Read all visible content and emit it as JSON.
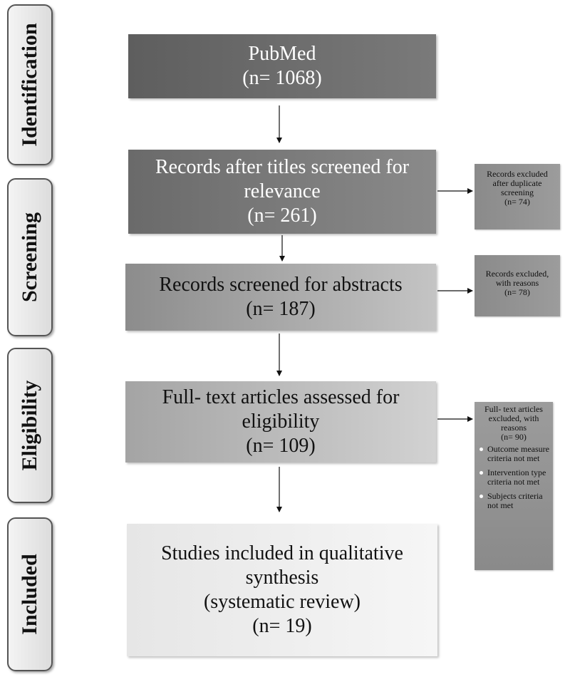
{
  "phases": {
    "identification": "Identification",
    "screening": "Screening",
    "eligibility": "Eligibility",
    "included": "Included"
  },
  "boxes": {
    "pubmed": {
      "line1": "PubMed",
      "line2": "(n= 1068)"
    },
    "titles": {
      "line1": "Records after titles screened for",
      "line2": "relevance",
      "line3": "(n= 261)"
    },
    "abstracts": {
      "line1": "Records screened for abstracts",
      "line2": "(n= 187)"
    },
    "fulltext": {
      "line1": "Full- text articles assessed for",
      "line2": "eligibility",
      "line3": "(n= 109)"
    },
    "included": {
      "line1": "Studies included in qualitative",
      "line2": "synthesis",
      "line3": "(systematic review)",
      "line4": "(n= 19)"
    }
  },
  "excluded": {
    "duplicates": {
      "line1": "Records excluded",
      "line2": "after duplicate",
      "line3": "screening",
      "line4": "(n= 74)"
    },
    "abstracts": {
      "line1": "Records excluded,",
      "line2": "with reasons",
      "line3": "(n= 78)"
    },
    "fulltext": {
      "line1": "Full- text articles",
      "line2": "excluded, with",
      "line3": "reasons",
      "line4": "(n= 90)",
      "reasons": [
        "Outcome measure criteria not met",
        "Intervention type criteria not met",
        "Subjects criteria not met"
      ]
    }
  },
  "colors": {
    "pubmed_box": "#6b6b6b",
    "titles_box": "#767676",
    "abstracts_box": "#a3a3a3",
    "fulltext_box": "#b8b8b8",
    "included_box": "#eeeeee",
    "side_box": "#8f8f8f"
  }
}
